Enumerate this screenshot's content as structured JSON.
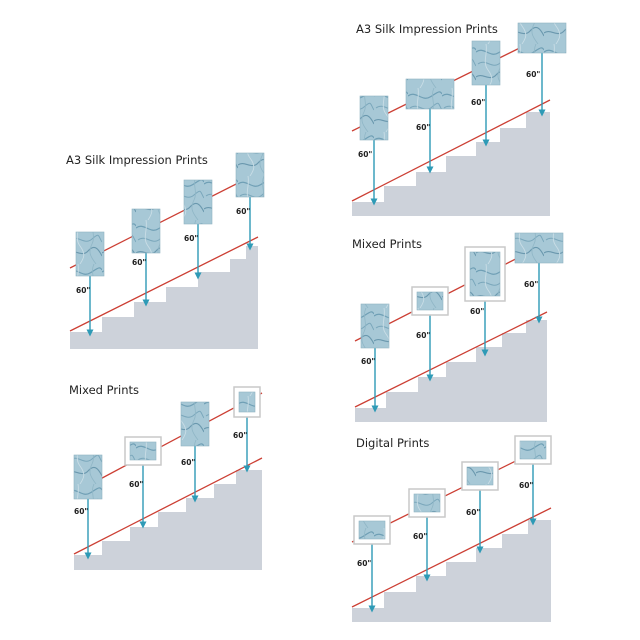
{
  "colors": {
    "stairs": "#cdd2da",
    "rail": "#cc3f34",
    "arrow": "#2e9ab6",
    "frame": "#c9c9c9",
    "print_base": "#9fc3d2",
    "print_vein": "#5b8fa8",
    "text": "#222222"
  },
  "panels": [
    {
      "id": "left-silk",
      "title": "A3 Silk Impression Prints",
      "height_label": "60\"",
      "prints": [
        "silk",
        "silk",
        "silk",
        "silk"
      ]
    },
    {
      "id": "left-mixed",
      "title": "Mixed Prints",
      "height_label": "60\"",
      "prints": [
        "silk",
        "digital",
        "silk",
        "digital"
      ]
    },
    {
      "id": "right-silk",
      "title": "A3 Silk Impression Prints",
      "height_label": "60\"",
      "prints": [
        "silk",
        "silk-wide",
        "silk",
        "silk-wide"
      ]
    },
    {
      "id": "right-mixed",
      "title": "Mixed Prints",
      "height_label": "60\"",
      "prints": [
        "silk",
        "digital",
        "digital-large",
        "silk-wide"
      ]
    },
    {
      "id": "right-digital",
      "title": "Digital Prints",
      "height_label": "60\"",
      "prints": [
        "digital",
        "digital",
        "digital",
        "digital"
      ]
    }
  ]
}
